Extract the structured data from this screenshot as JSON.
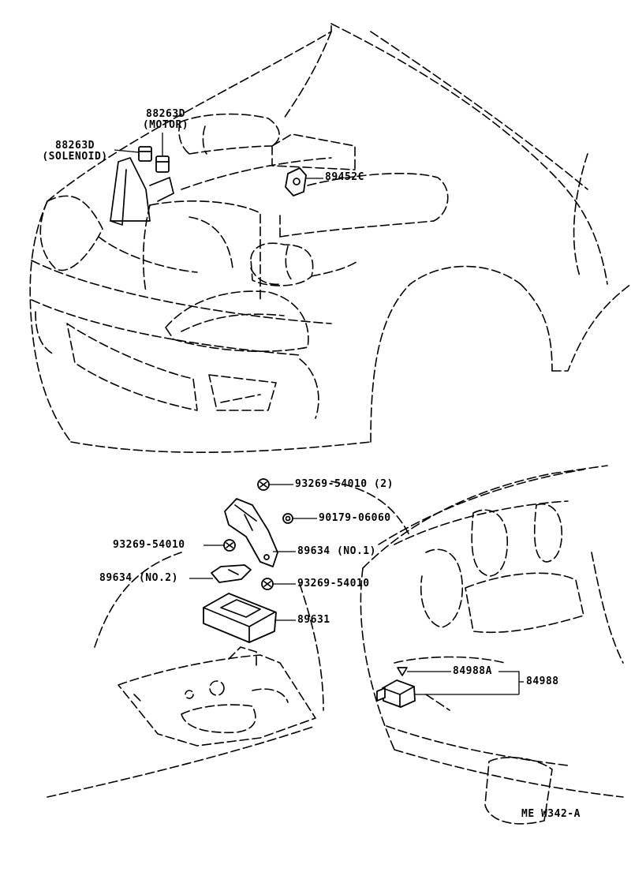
{
  "diagram_code": "ME  W342-A",
  "callouts": {
    "solenoid_part": "88263D",
    "solenoid_name": "(SOLENOID)",
    "motor_part": "88263D",
    "motor_name": "(MOTOR)",
    "sensor": "89452C",
    "bolt_top": "93269-54010 (2)",
    "grommet": "90179-06060",
    "bolt_left": "93269-54010",
    "bracket_no1": "89634 (NO.1)",
    "bracket_no2": "89634 (NO.2)",
    "bolt_mid": "93269-54010",
    "computer": "89631",
    "switch_sub": "84988A",
    "switch": "84988"
  }
}
